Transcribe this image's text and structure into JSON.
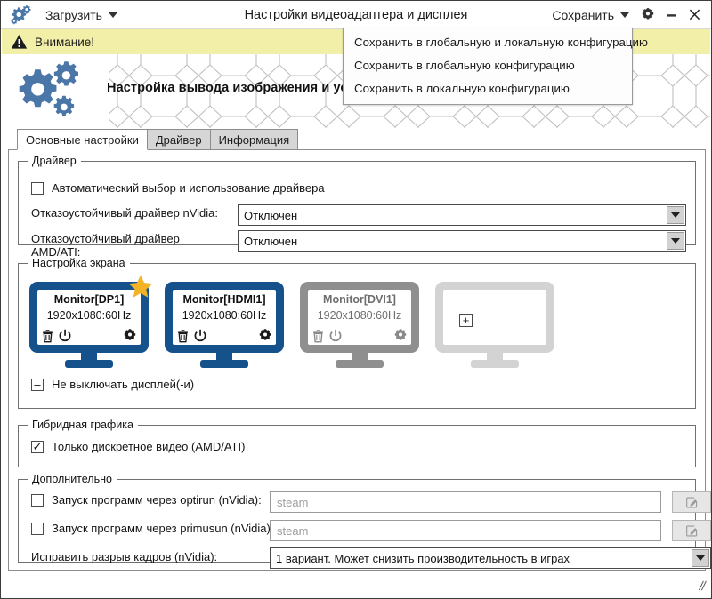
{
  "window": {
    "title": "Настройки видеоадаптера и дисплея",
    "app_icon": "gears-icon",
    "load_menu_label": "Загрузить",
    "save_menu_label": "Сохранить",
    "settings_icon": "gear-icon",
    "minimize_icon": "minimize-icon",
    "close_icon": "close-icon"
  },
  "save_menu": {
    "items": [
      {
        "label": "Сохранить в глобальную и локальную конфигурацию"
      },
      {
        "label": "Сохранить в глобальную конфигурацию"
      },
      {
        "label": "Сохранить в локальную конфигурацию"
      }
    ]
  },
  "warning": {
    "icon": "warning-triangle-icon",
    "text": "Внимание!",
    "bg_color": "#f2efa8"
  },
  "hero": {
    "icon": "gears-icon",
    "title": "Настройка вывода изображения и установка драйвера видеокарты"
  },
  "tabs": [
    {
      "label": "Основные настройки",
      "active": true
    },
    {
      "label": "Драйвер",
      "active": false
    },
    {
      "label": "Информация",
      "active": false
    }
  ],
  "driver_group": {
    "title": "Драйвер",
    "auto_checkbox": {
      "label": "Автоматический выбор и использование драйвера",
      "checked": false
    },
    "nvidia": {
      "label": "Отказоустойчивый драйвер nVidia:",
      "value": "Отключен"
    },
    "amd": {
      "label": "Отказоустойчивый драйвер AMD/ATI:",
      "value": "Отключен"
    }
  },
  "screen_group": {
    "title": "Настройка экрана",
    "monitors": [
      {
        "name": "Monitor[DP1]",
        "resolution": "1920x1080:60Hz",
        "color": "#15528c",
        "primary": true,
        "star_icon": "star-icon",
        "trash_icon": "trash-icon",
        "power_icon": "power-icon",
        "gear_icon": "gear-icon"
      },
      {
        "name": "Monitor[HDMI1]",
        "resolution": "1920x1080:60Hz",
        "color": "#15528c",
        "primary": false,
        "trash_icon": "trash-icon",
        "power_icon": "power-icon",
        "gear_icon": "gear-icon"
      },
      {
        "name": "Monitor[DVI1]",
        "resolution": "1920x1080:60Hz",
        "color": "#8f8f8f",
        "primary": false,
        "trash_icon": "trash-icon",
        "power_icon": "power-icon",
        "gear_icon": "gear-icon"
      }
    ],
    "add_monitor": {
      "color": "#d3d3d3",
      "plus_icon": "plus-box-icon"
    },
    "keep_display_checkbox": {
      "label": "Не выключать дисплей(-и)",
      "state": "partial",
      "mark": "–"
    }
  },
  "hybrid_group": {
    "title": "Гибридная графика",
    "discrete_checkbox": {
      "label": "Только дискретное видео (AMD/ATI)",
      "checked": true,
      "mark": "✓"
    }
  },
  "extra_group": {
    "title": "Дополнительно",
    "optirun": {
      "label": "Запуск программ через optirun (nVidia):",
      "checked": false,
      "placeholder": "steam",
      "value": "",
      "edit_icon": "pencil-edit-icon"
    },
    "primusrun": {
      "label": "Запуск программ через primusun (nVidia):",
      "checked": false,
      "placeholder": "steam",
      "value": "",
      "edit_icon": "pencil-edit-icon"
    },
    "tearfree": {
      "label": "Исправить разрыв кадров (nVidia):",
      "value": "1 вариант. Может снизить производительность в играх"
    }
  },
  "statusbar": {
    "resize_grip_icon": "resize-grip-icon"
  }
}
